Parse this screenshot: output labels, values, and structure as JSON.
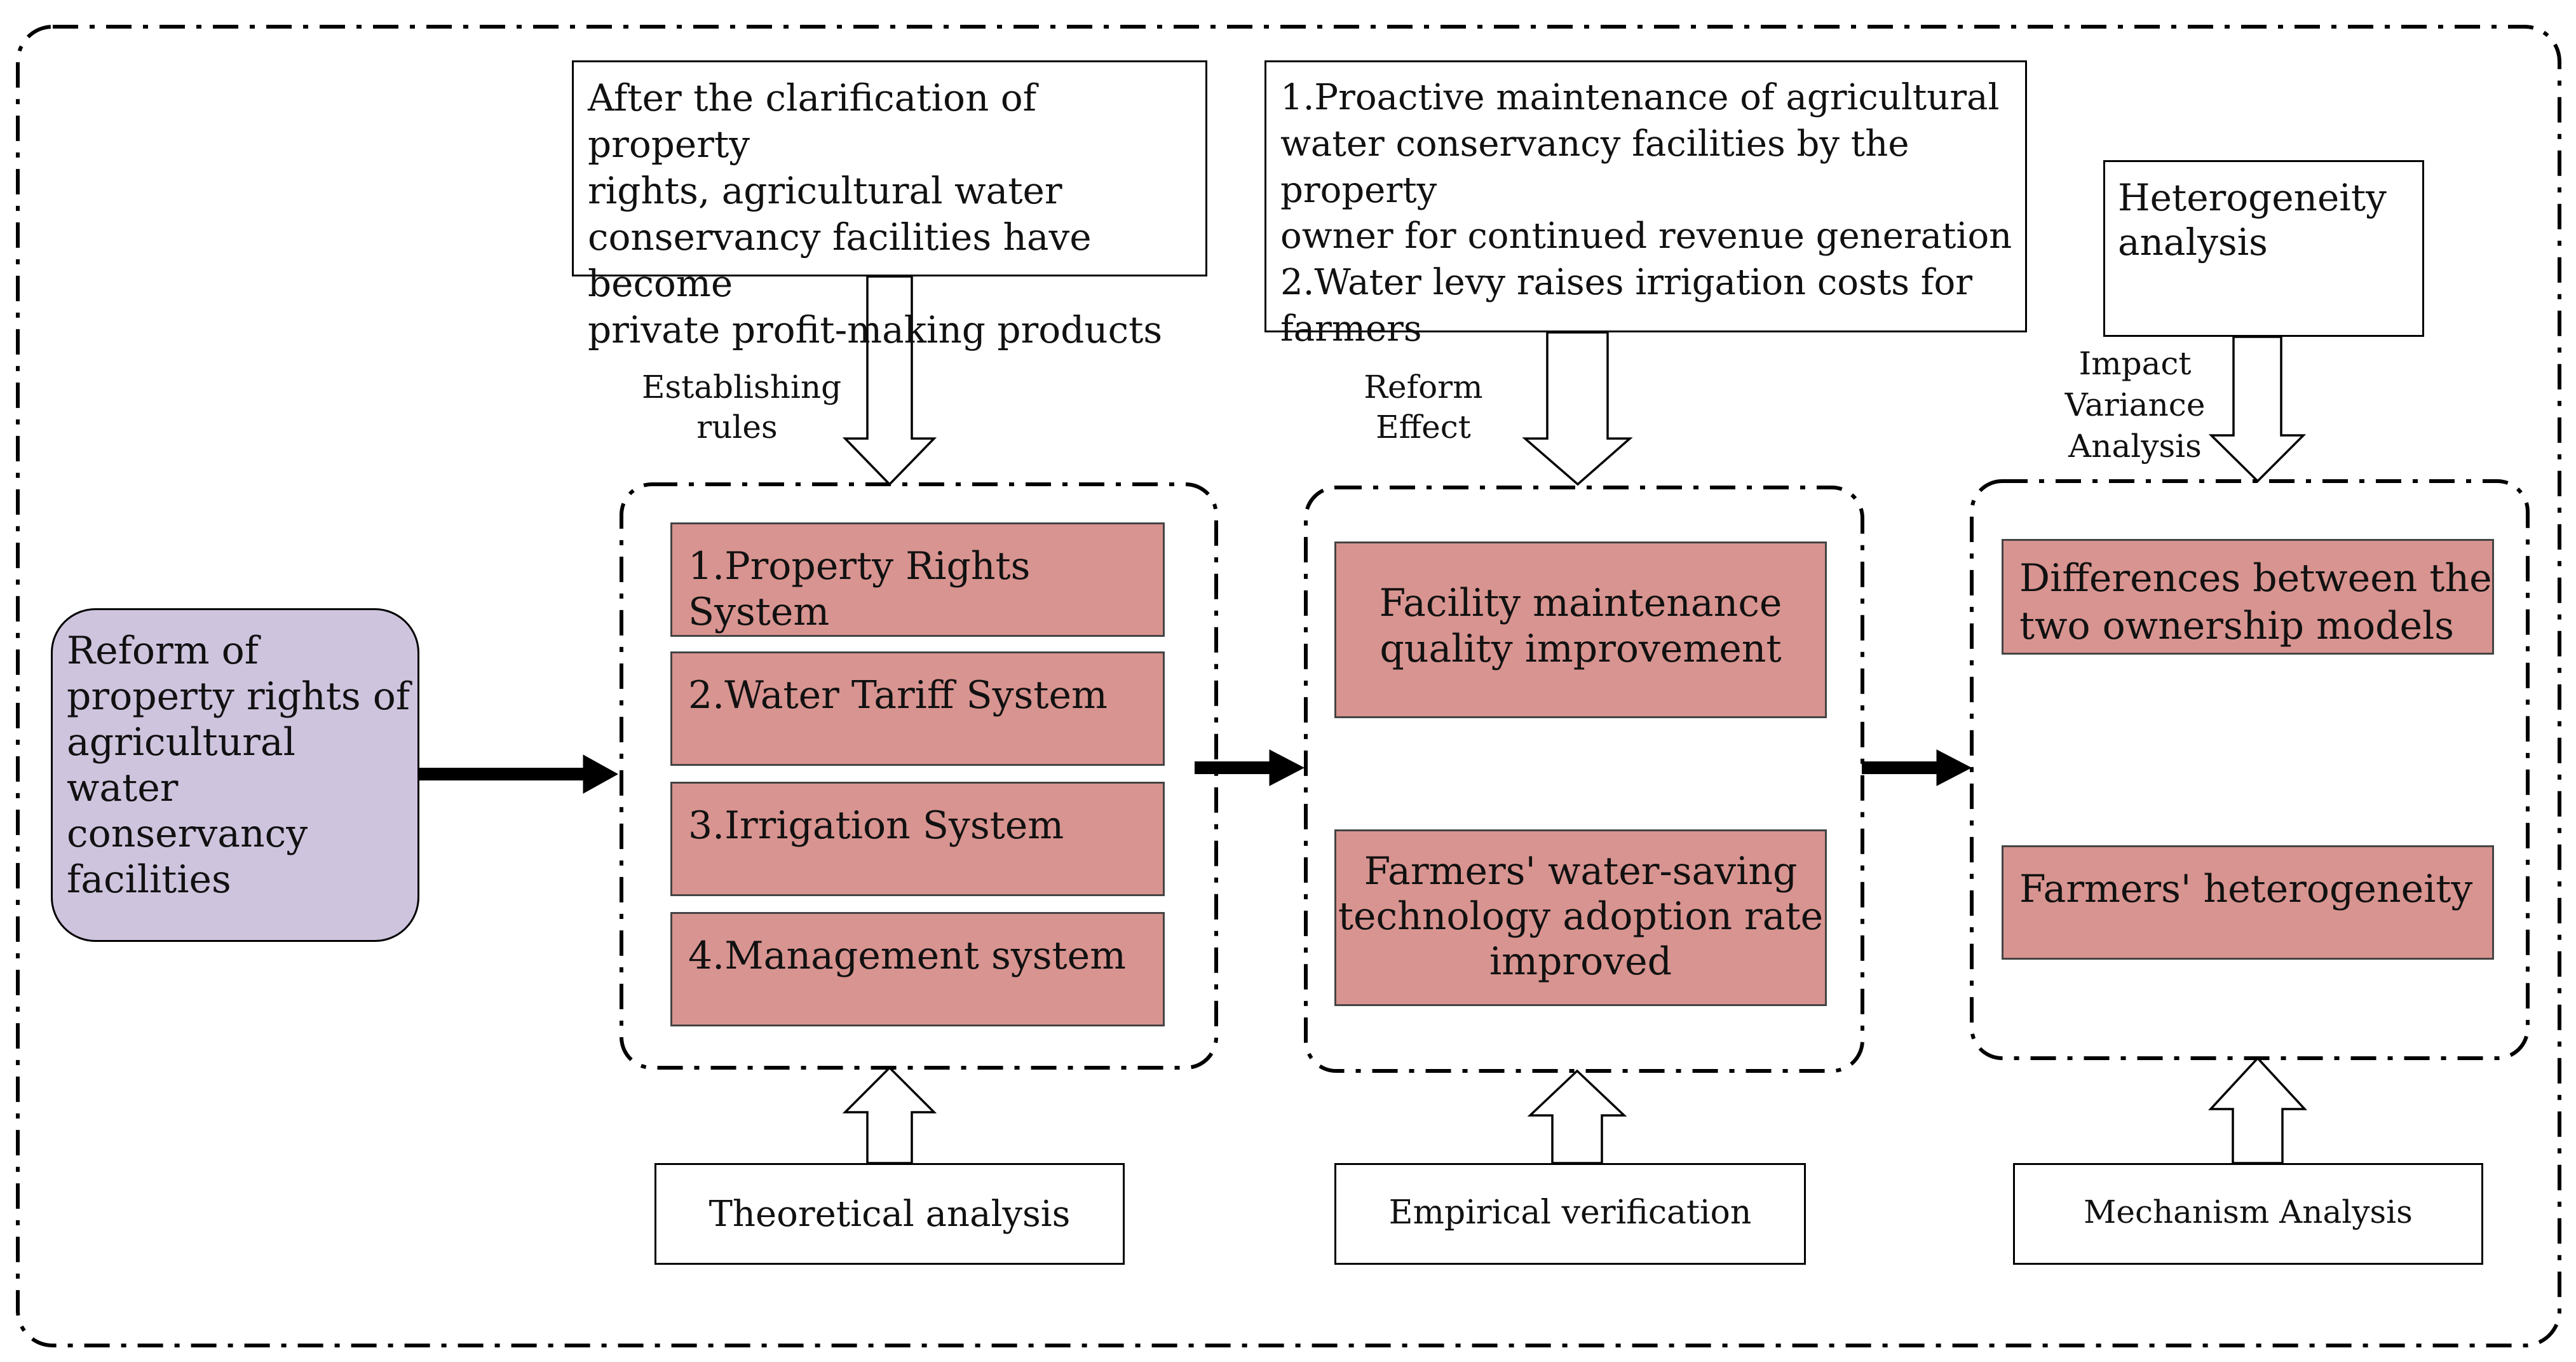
{
  "start_box": {
    "text": "Reform of\nproperty rights of\nagricultural water\nconservancy\nfacilities"
  },
  "top_boxes": {
    "rules": "After the clarification of property\nrights, agricultural water\nconservancy facilities have become\nprivate profit-making products",
    "effect": "1.Proactive maintenance of agricultural\nwater conservancy facilities by the property\nowner for continued revenue generation\n2.Water levy raises irrigation costs for\nfarmers",
    "hetero": "Heterogeneity\nanalysis"
  },
  "connector_labels": {
    "rules": "Establishing\nrules",
    "effect": "Reform\nEffect",
    "impact": "Impact\nVariance\nAnalysis"
  },
  "group1": {
    "items": [
      "1.Property Rights System",
      "2.Water Tariff System",
      "3.Irrigation System",
      "4.Management system"
    ]
  },
  "group2": {
    "items": [
      "Facility maintenance\nquality improvement",
      "Farmers' water-saving\ntechnology adoption rate\nimproved"
    ]
  },
  "group3": {
    "items": [
      "Differences between the\ntwo ownership models",
      "Farmers' heterogeneity"
    ]
  },
  "bottom_boxes": {
    "theory": "Theoretical analysis",
    "empirical": "Empirical verification",
    "mechanism": "Mechanism Analysis"
  },
  "colors": {
    "pink": "#d89490",
    "lilac": "#cfc4de",
    "line": "#000000"
  }
}
